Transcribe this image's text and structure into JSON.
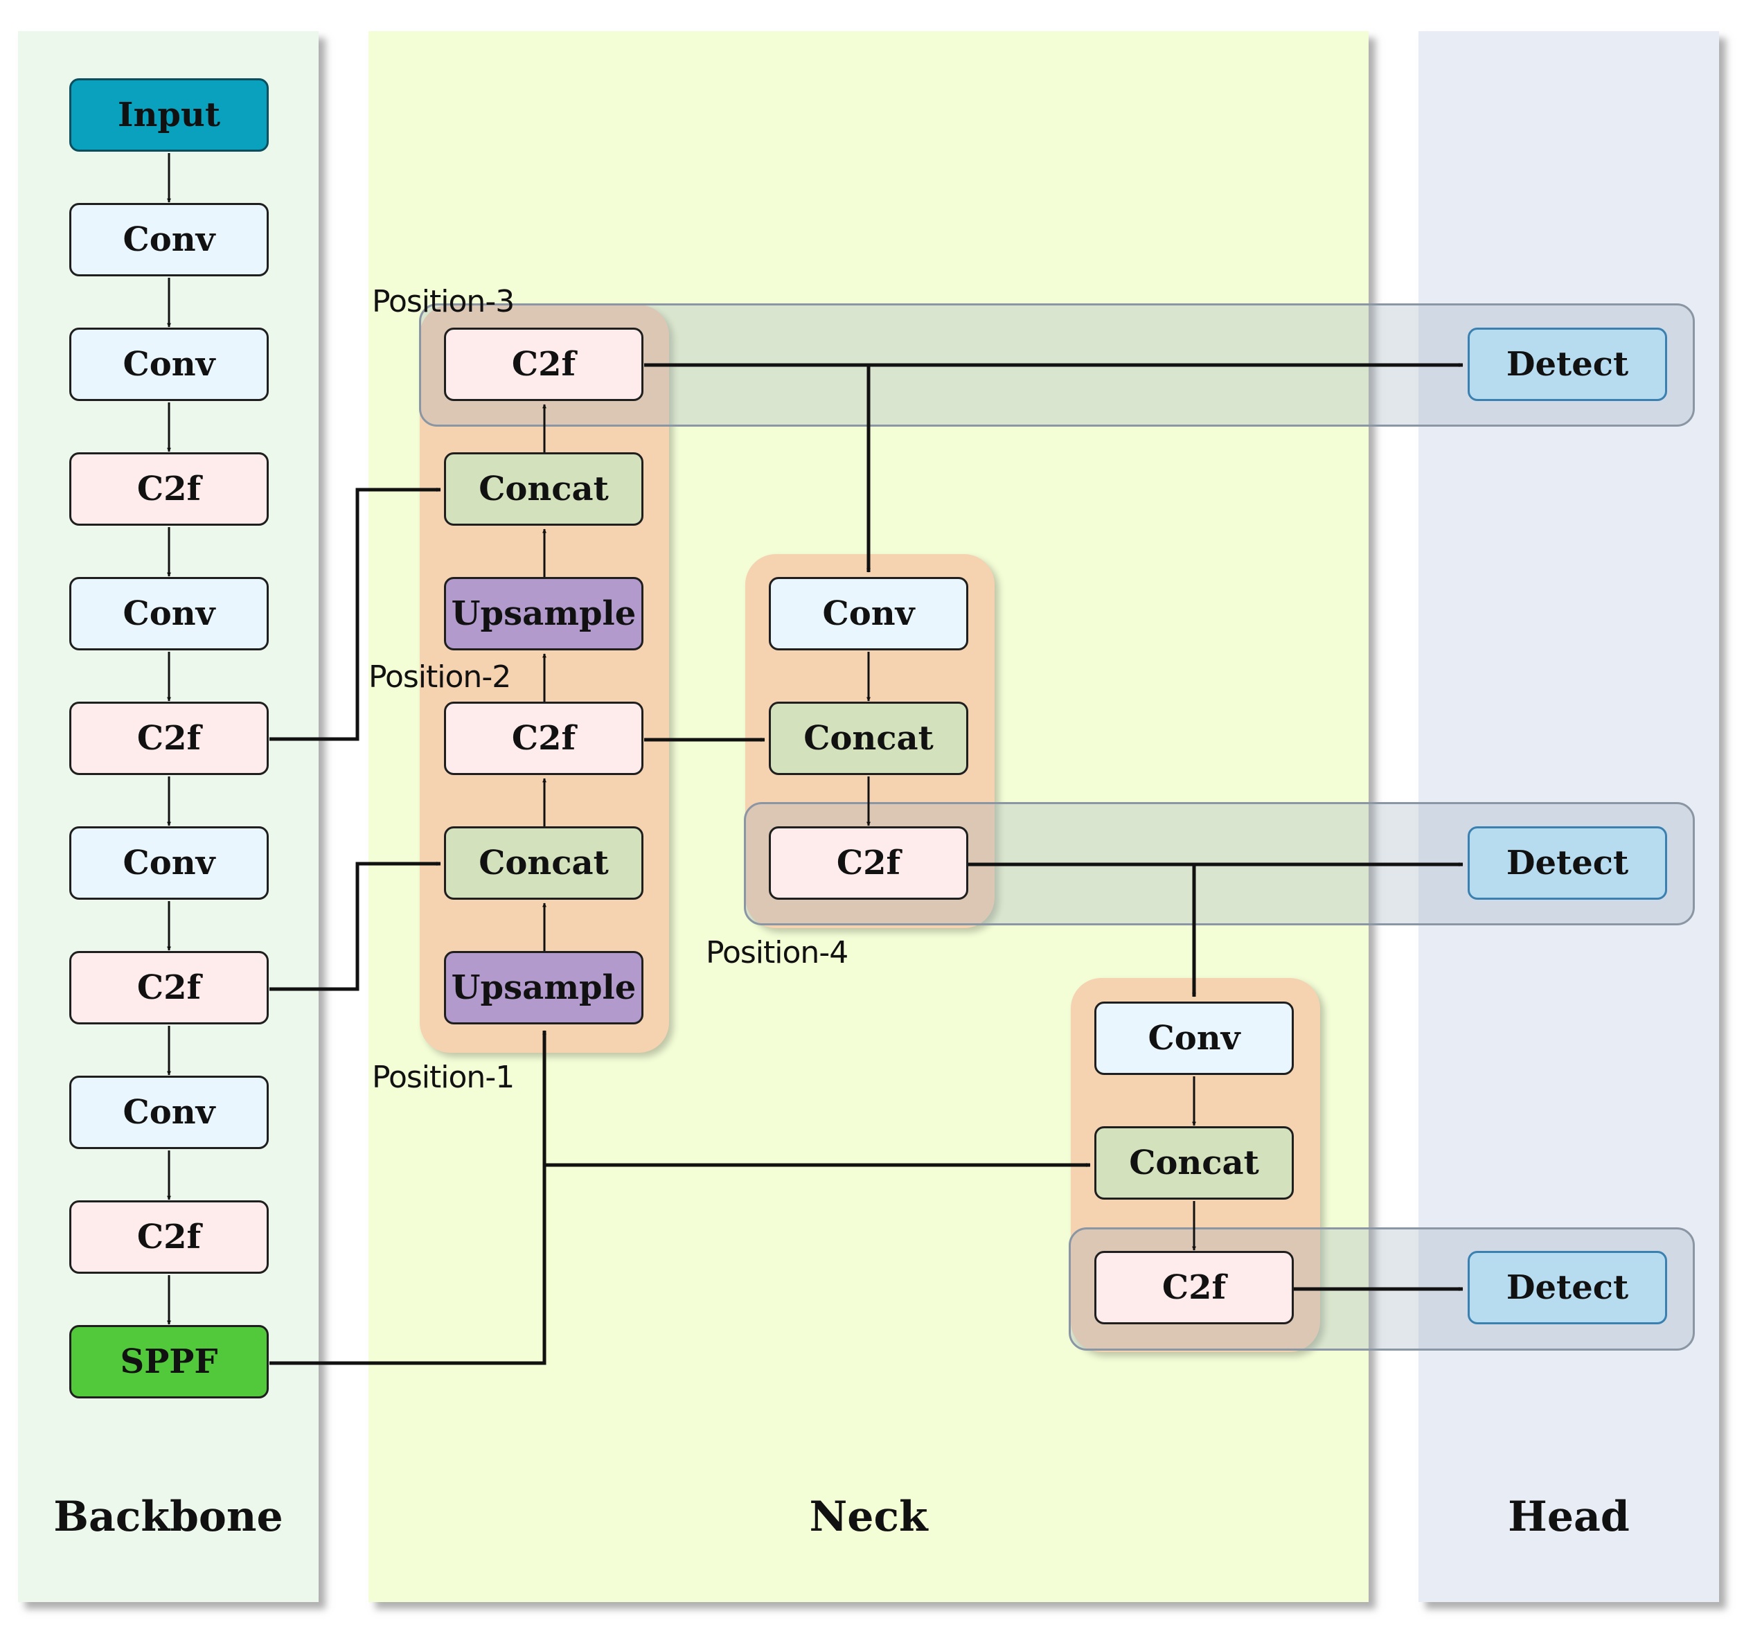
{
  "sections": {
    "backbone": "Backbone",
    "neck": "Neck",
    "head": "Head"
  },
  "positions": {
    "p1": "Position-1",
    "p2": "Position-2",
    "p3": "Position-3",
    "p4": "Position-4"
  },
  "backbone": [
    {
      "label": "Input",
      "type": "input"
    },
    {
      "label": "Conv",
      "type": "conv"
    },
    {
      "label": "Conv",
      "type": "conv"
    },
    {
      "label": "C2f",
      "type": "c2f"
    },
    {
      "label": "Conv",
      "type": "conv"
    },
    {
      "label": "C2f",
      "type": "c2f"
    },
    {
      "label": "Conv",
      "type": "conv"
    },
    {
      "label": "C2f",
      "type": "c2f"
    },
    {
      "label": "Conv",
      "type": "conv"
    },
    {
      "label": "C2f",
      "type": "c2f"
    },
    {
      "label": "SPPF",
      "type": "sppf"
    }
  ],
  "neck_column_1": [
    {
      "label": "C2f",
      "type": "c2f"
    },
    {
      "label": "Concat",
      "type": "concat"
    },
    {
      "label": "Upsample",
      "type": "upsample"
    },
    {
      "label": "C2f",
      "type": "c2f"
    },
    {
      "label": "Concat",
      "type": "concat"
    },
    {
      "label": "Upsample",
      "type": "upsample"
    }
  ],
  "neck_column_2": [
    {
      "label": "Conv",
      "type": "conv"
    },
    {
      "label": "Concat",
      "type": "concat"
    },
    {
      "label": "C2f",
      "type": "c2f"
    }
  ],
  "neck_column_3": [
    {
      "label": "Conv",
      "type": "conv"
    },
    {
      "label": "Concat",
      "type": "concat"
    },
    {
      "label": "C2f",
      "type": "c2f"
    }
  ],
  "head": [
    {
      "label": "Detect",
      "type": "detect"
    },
    {
      "label": "Detect",
      "type": "detect"
    },
    {
      "label": "Detect",
      "type": "detect"
    }
  ]
}
